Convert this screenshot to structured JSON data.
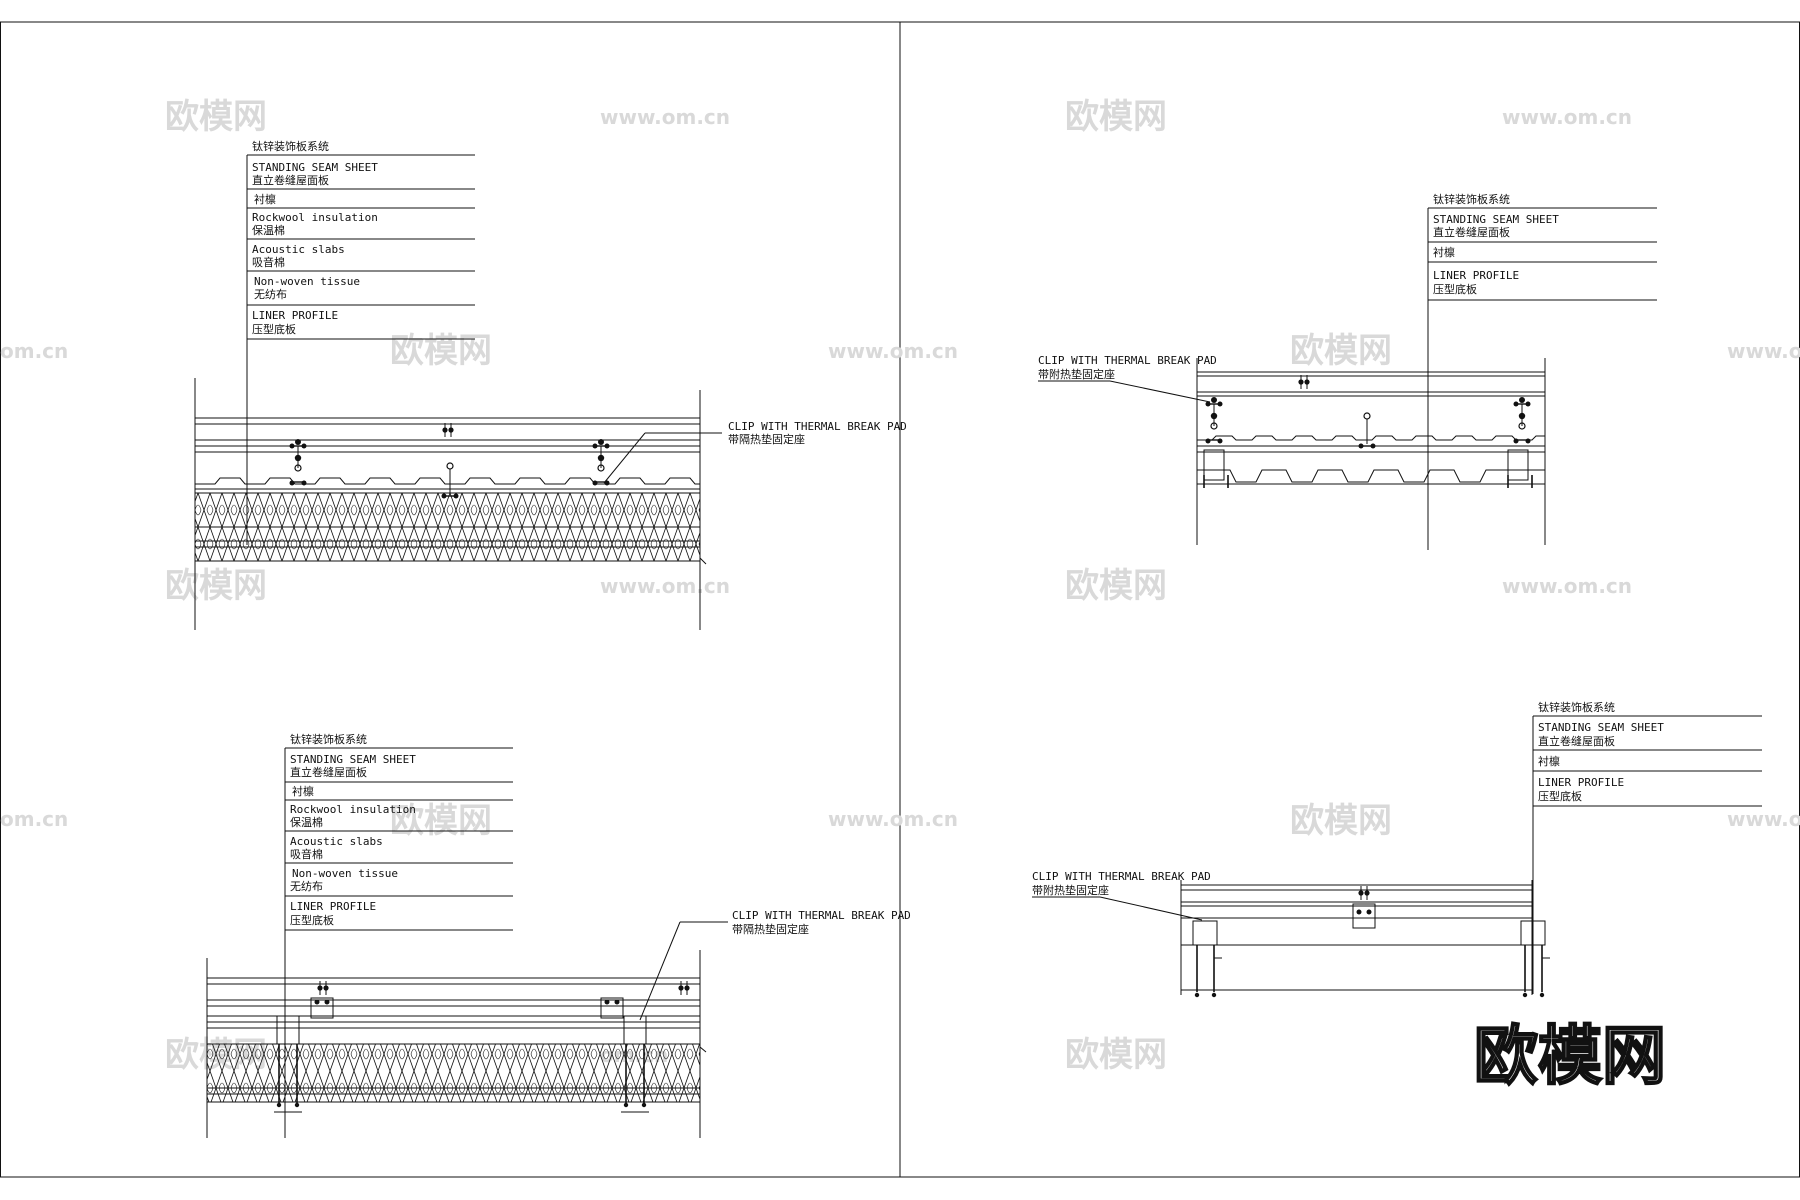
{
  "watermark": {
    "cn": "欧模网",
    "url": "www.om.cn",
    "url_partial": "om.cn",
    "brand": "欧模网"
  },
  "details": [
    {
      "system_title": "钛锌装饰板系统",
      "layers": [
        {
          "en": "STANDING SEAM SHEET",
          "cn": "直立卷缝屋面板"
        },
        {
          "en": "",
          "cn": "衬檩"
        },
        {
          "en": "Rockwool insulation",
          "cn": "保温棉"
        },
        {
          "en": "Acoustic slabs",
          "cn": "吸音棉"
        },
        {
          "en": "Non-woven tissue",
          "cn": "无纺布"
        },
        {
          "en": "LINER PROFILE",
          "cn": "压型底板"
        }
      ],
      "clip_en": "CLIP WITH THERMAL BREAK PAD",
      "clip_cn": "带隔热垫固定座"
    },
    {
      "system_title": "钛锌装饰板系统",
      "layers": [
        {
          "en": "STANDING SEAM SHEET",
          "cn": "直立卷缝屋面板"
        },
        {
          "en": "",
          "cn": "衬檩"
        },
        {
          "en": "LINER PROFILE",
          "cn": "压型底板"
        }
      ],
      "clip_en": "CLIP WITH THERMAL BREAK PAD",
      "clip_cn": "带附热垫固定座"
    },
    {
      "system_title": "钛锌装饰板系统",
      "layers": [
        {
          "en": "STANDING SEAM SHEET",
          "cn": "直立卷缝屋面板"
        },
        {
          "en": "",
          "cn": "衬檩"
        },
        {
          "en": "Rockwool insulation",
          "cn": "保温棉"
        },
        {
          "en": "Acoustic slabs",
          "cn": "吸音棉"
        },
        {
          "en": "Non-woven tissue",
          "cn": "无纺布"
        },
        {
          "en": "LINER PROFILE",
          "cn": "压型底板"
        }
      ],
      "clip_en": "CLIP WITH THERMAL BREAK PAD",
      "clip_cn": "带隔热垫固定座"
    },
    {
      "system_title": "钛锌装饰板系统",
      "layers": [
        {
          "en": "STANDING SEAM SHEET",
          "cn": "直立卷缝屋面板"
        },
        {
          "en": "",
          "cn": "衬檩"
        },
        {
          "en": "LINER PROFILE",
          "cn": "压型底板"
        }
      ],
      "clip_en": "CLIP WITH THERMAL BREAK PAD",
      "clip_cn": "带附热垫固定座"
    }
  ]
}
